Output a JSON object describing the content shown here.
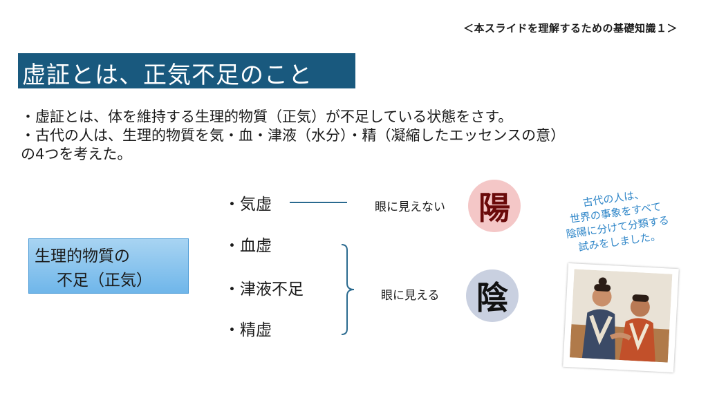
{
  "top_note": "＜本スライドを理解するための基礎知識１＞",
  "title": "虚証とは、正気不足のこと",
  "bullets": [
    "・虚証とは、体を維持する生理的物質（正気）が不足している状態をさす。",
    "・古代の人は、生理的物質を気・血・津液（水分）・精（凝縮したエッセンスの意）",
    "の4つを考えた。"
  ],
  "box": {
    "line1": "生理的物質の",
    "line2": "不足（正気）"
  },
  "items": [
    "・気虚",
    "・血虚",
    "・津液不足",
    "・精虚"
  ],
  "labels": {
    "invisible": "眼に見えない",
    "visible": "眼に見える"
  },
  "yin_yang": {
    "yang": "陽",
    "yin": "陰"
  },
  "hand_note": [
    "古代の人は、",
    "世界の事象をすべて",
    "陰陽に分けて分類する",
    "試みをしました。"
  ],
  "colors": {
    "title_band": "#19597e",
    "box": "#8fc5ee",
    "yang_circle": "#f4c7c7",
    "yin_circle": "#c9d0e0",
    "hand_note": "#2f86c8"
  }
}
